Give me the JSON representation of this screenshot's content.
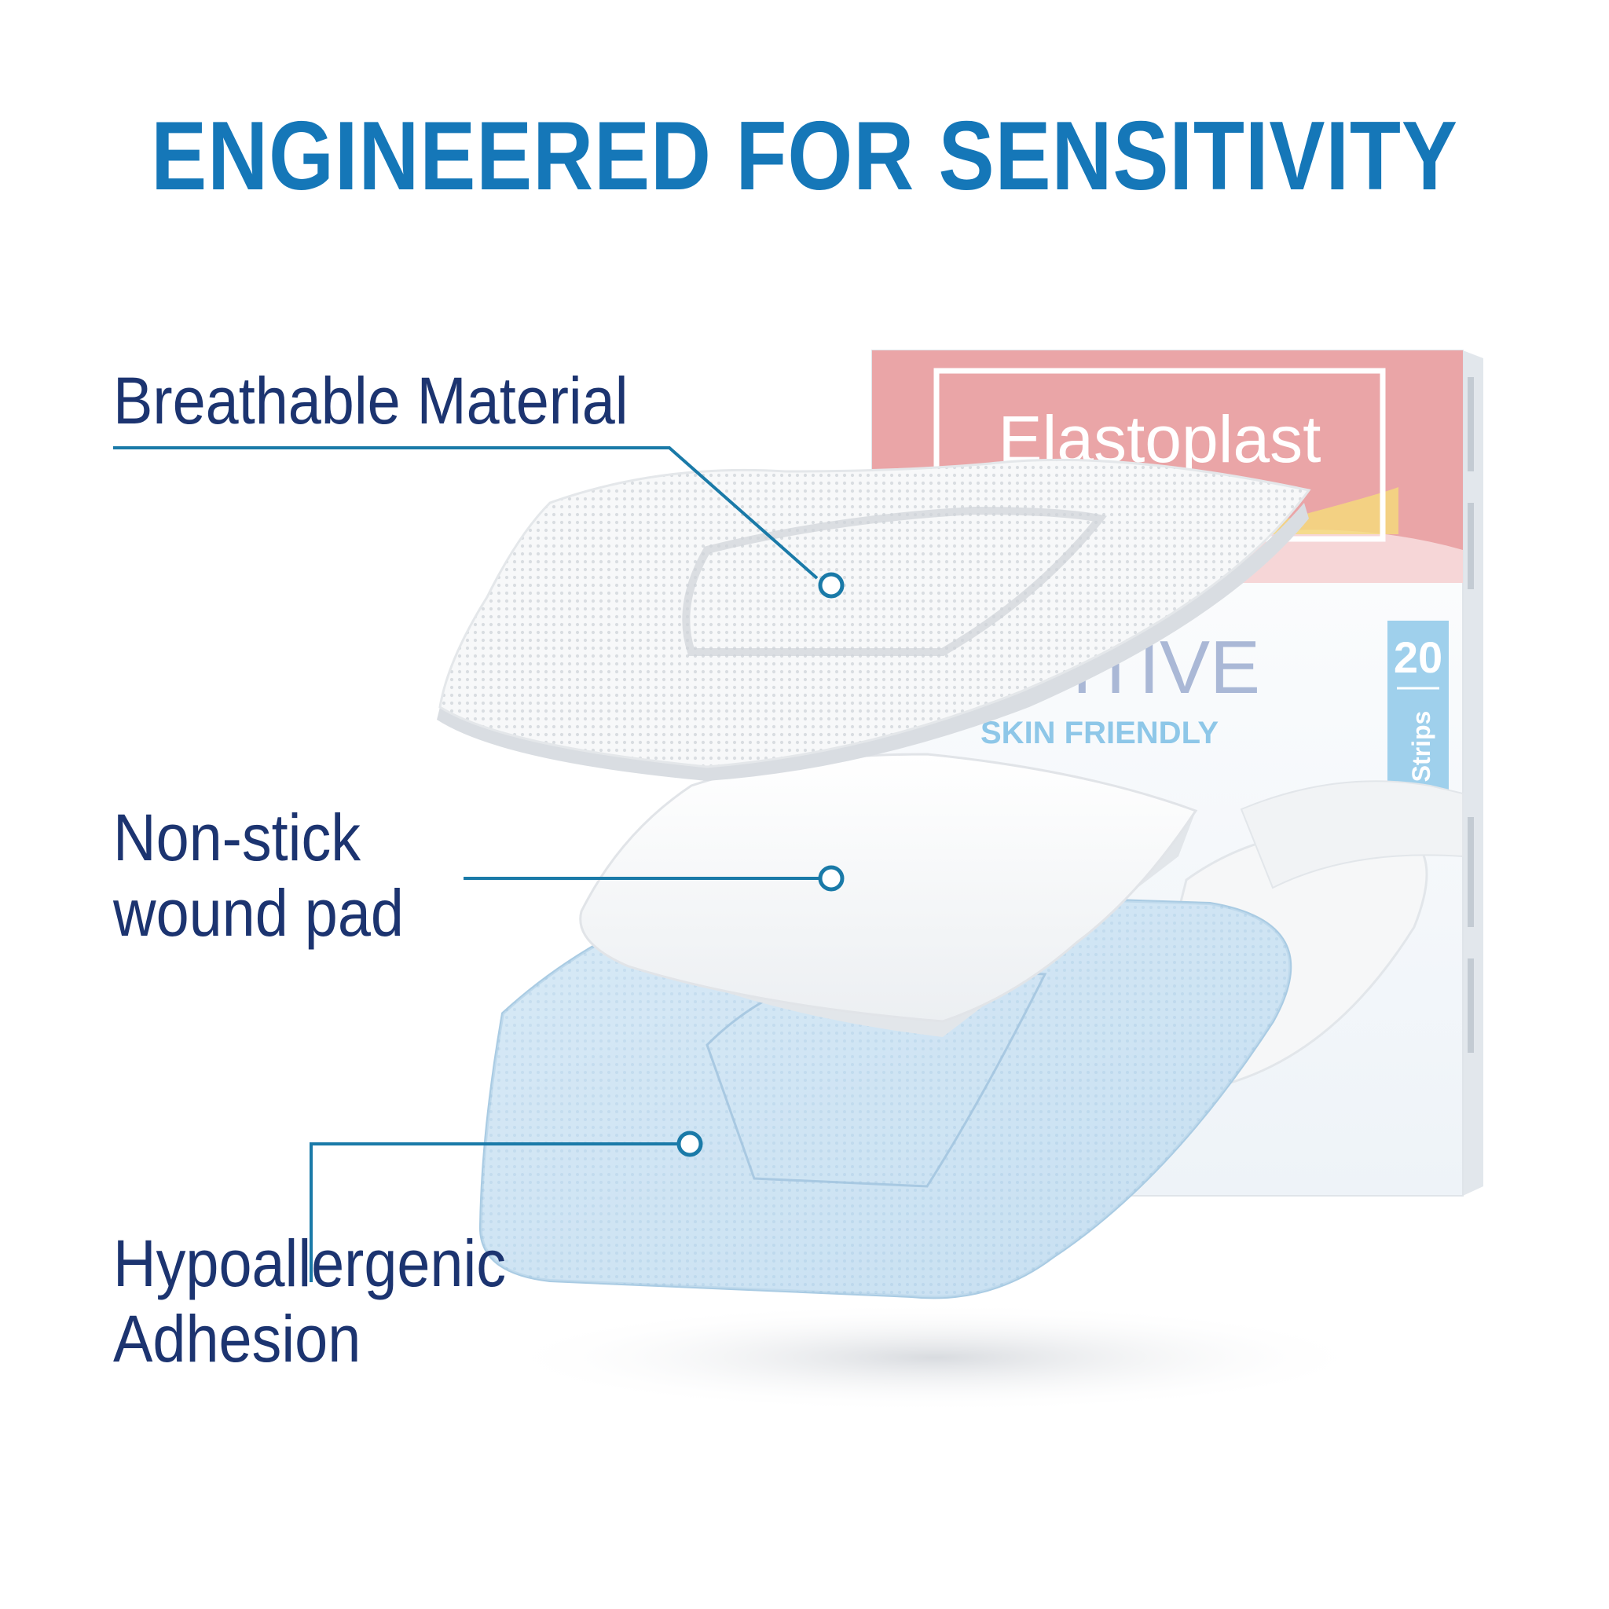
{
  "headline": "ENGINEERED FOR SENSITIVITY",
  "features": [
    {
      "lines": [
        "Breathable Material"
      ]
    },
    {
      "lines": [
        "Non-stick",
        "wound pad"
      ]
    },
    {
      "lines": [
        "Hypoallergenic",
        "Adhesion"
      ]
    }
  ],
  "box": {
    "brand": "Elastoplast",
    "product_fragment": "SITIVE",
    "tagline_fragment": "SKIN FRIENDLY",
    "count": "20",
    "count_unit": "Strips"
  },
  "colors": {
    "headline": "#1577b8",
    "labels": "#1c3470",
    "callout_lines": "#1a7aa8",
    "box_banner": "#eaa5a7",
    "count_badge": "#9fd0ec"
  }
}
